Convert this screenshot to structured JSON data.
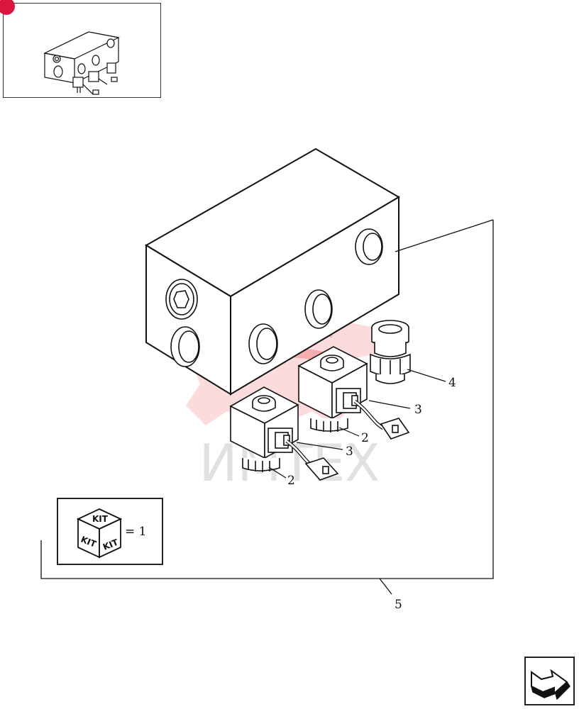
{
  "callouts": {
    "c4": "4",
    "c3a": "3",
    "c2a": "2",
    "c3b": "3",
    "c2b": "2",
    "c5": "5"
  },
  "kit_legend": {
    "top": "KIT",
    "left": "KIT",
    "right": "KIT",
    "equals": "= 1"
  },
  "watermark": {
    "text": "ИМТЕХ",
    "color": "#e83a3a"
  },
  "colors": {
    "line": "#111111",
    "corner_mark": "#d8163f"
  },
  "icons": {
    "nav": "next-page-arrow-icon"
  }
}
